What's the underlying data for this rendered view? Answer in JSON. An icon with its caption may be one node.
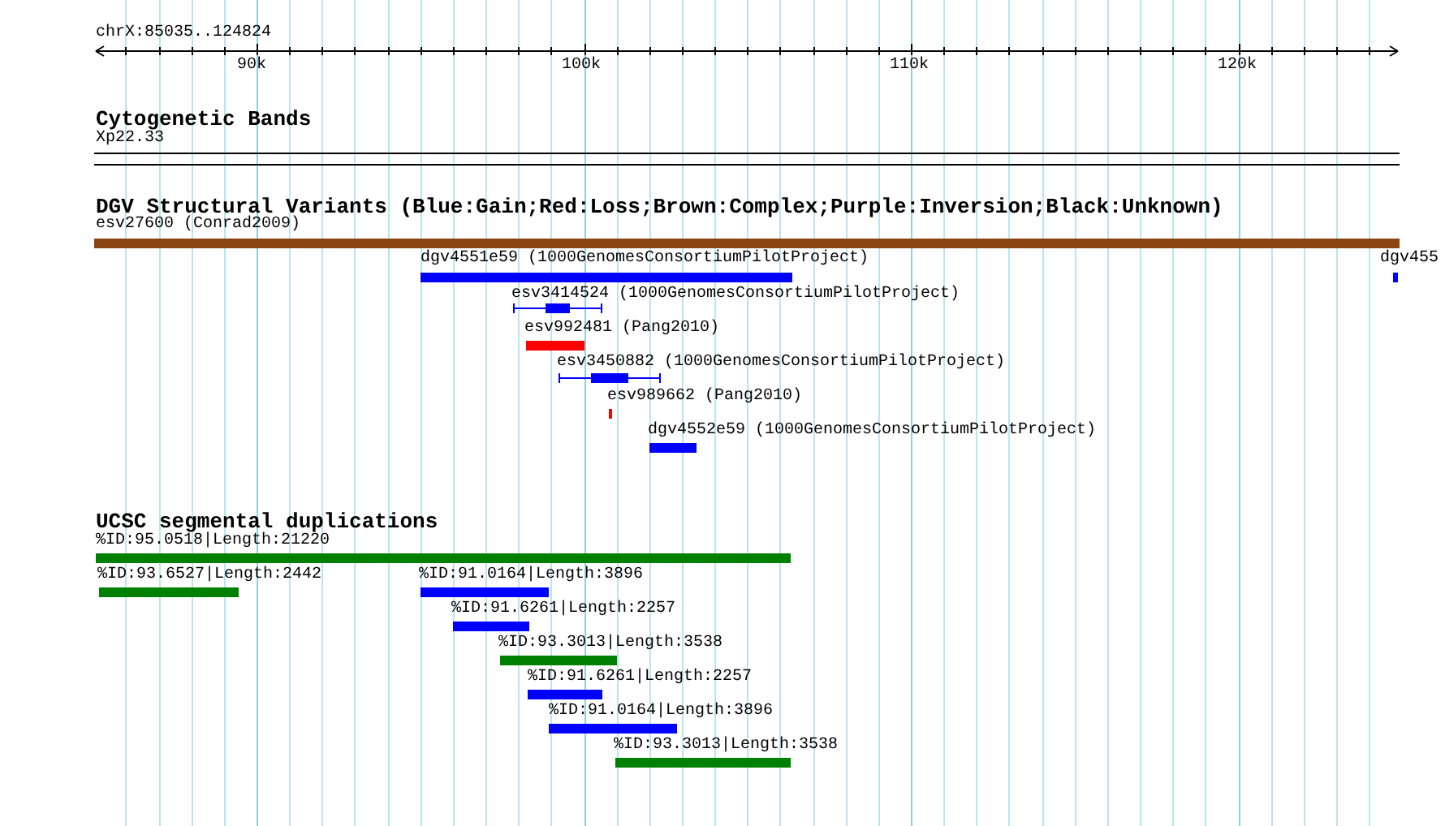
{
  "diagram": {
    "title": "chrX:85035..124824",
    "nodes": [
      {
        "text": [
          "Xp22.33"
        ]
      },
      {
        "text": [
          "esv27600 (Conrad2009)"
        ]
      },
      {
        "text": [
          "dgv4551e59 (1000GenomesConsortiumPilotProject)"
        ]
      },
      {
        "text": [
          "dgv455"
        ]
      },
      {
        "text": [
          "esv3414524 (1000GenomesConsortiumPilotProject)"
        ]
      },
      {
        "text": [
          "esv992481 (Pang2010)"
        ]
      },
      {
        "text": [
          "esv3450882 (1000GenomesConsortiumPilotProject)"
        ]
      },
      {
        "text": [
          "esv989662 (Pang2010)"
        ]
      },
      {
        "text": [
          "dgv4552e59 (1000GenomesConsortiumPilotProject)"
        ]
      },
      {
        "text": [
          "%ID:95.0518|Length:21220"
        ]
      },
      {
        "text": [
          "%ID:93.6527|Length:2442"
        ]
      },
      {
        "text": [
          "%ID:91.0164|Length:3896"
        ]
      },
      {
        "text": [
          "%ID:91.6261|Length:2257"
        ]
      },
      {
        "text": [
          "%ID:93.3013|Length:3538"
        ]
      },
      {
        "text": [
          "%ID:91.6261|Length:2257"
        ]
      },
      {
        "text": [
          "%ID:91.0164|Length:3896"
        ]
      },
      {
        "text": [
          "%ID:93.3013|Length:3538"
        ]
      }
    ],
    "edges": [],
    "labels": [
      "90k",
      "100k",
      "110k",
      "120k",
      "Cytogenetic Bands",
      "DGV Structural Variants (Blue:Gain;Red:Loss;Brown:Complex;Purple:Inversion;Black:Unknown)",
      "UCSC segmental duplications"
    ]
  }
}
